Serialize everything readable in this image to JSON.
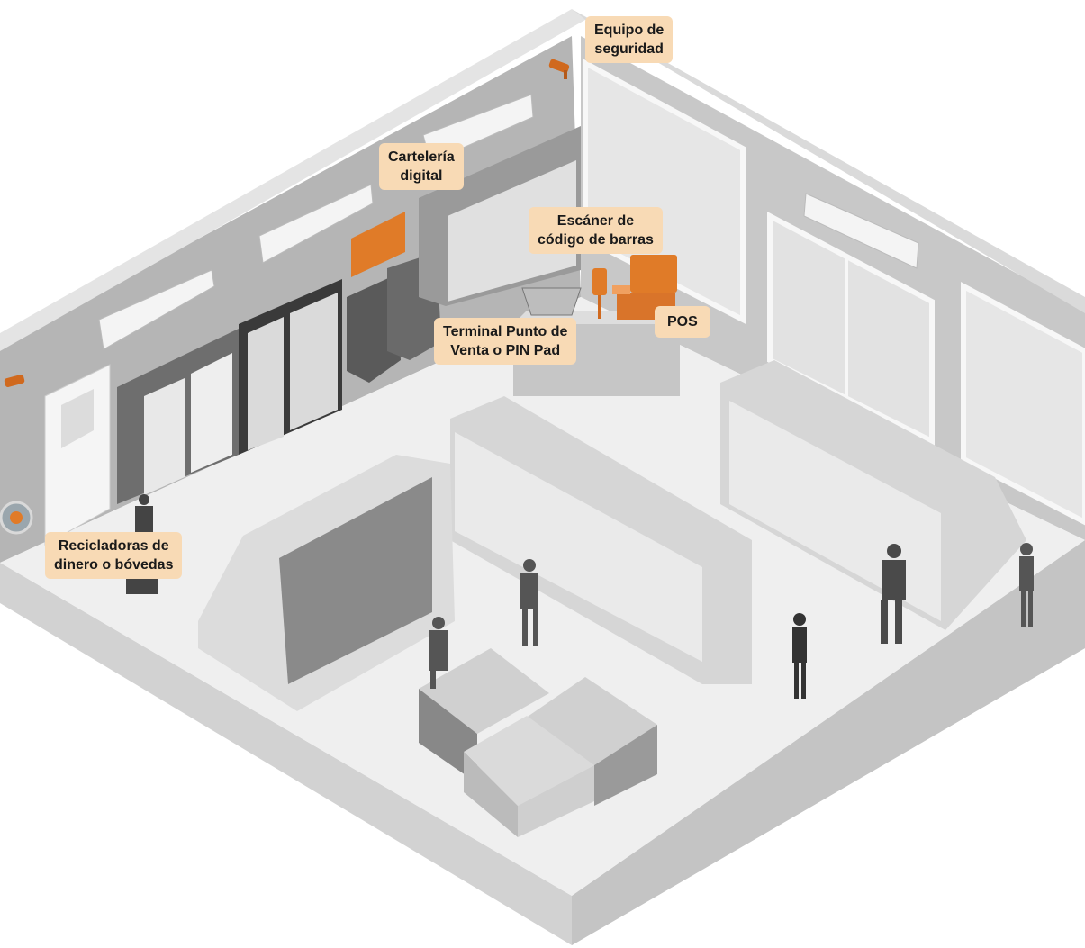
{
  "labels": {
    "security": [
      "Equipo de",
      "seguridad"
    ],
    "signage": [
      "Cartelería",
      "digital"
    ],
    "scanner": [
      "Escáner de",
      "código de barras"
    ],
    "pinpad": [
      "Terminal Punto de",
      "Venta o PIN Pad"
    ],
    "pos": "POS",
    "recycler": [
      "Recicladoras de",
      "dinero o bóvedas"
    ]
  },
  "colors": {
    "label_bg": "#F8DAB5",
    "accent": "#E07B28",
    "floor": "#EFEFEF",
    "wall": "#B9B9B9"
  }
}
